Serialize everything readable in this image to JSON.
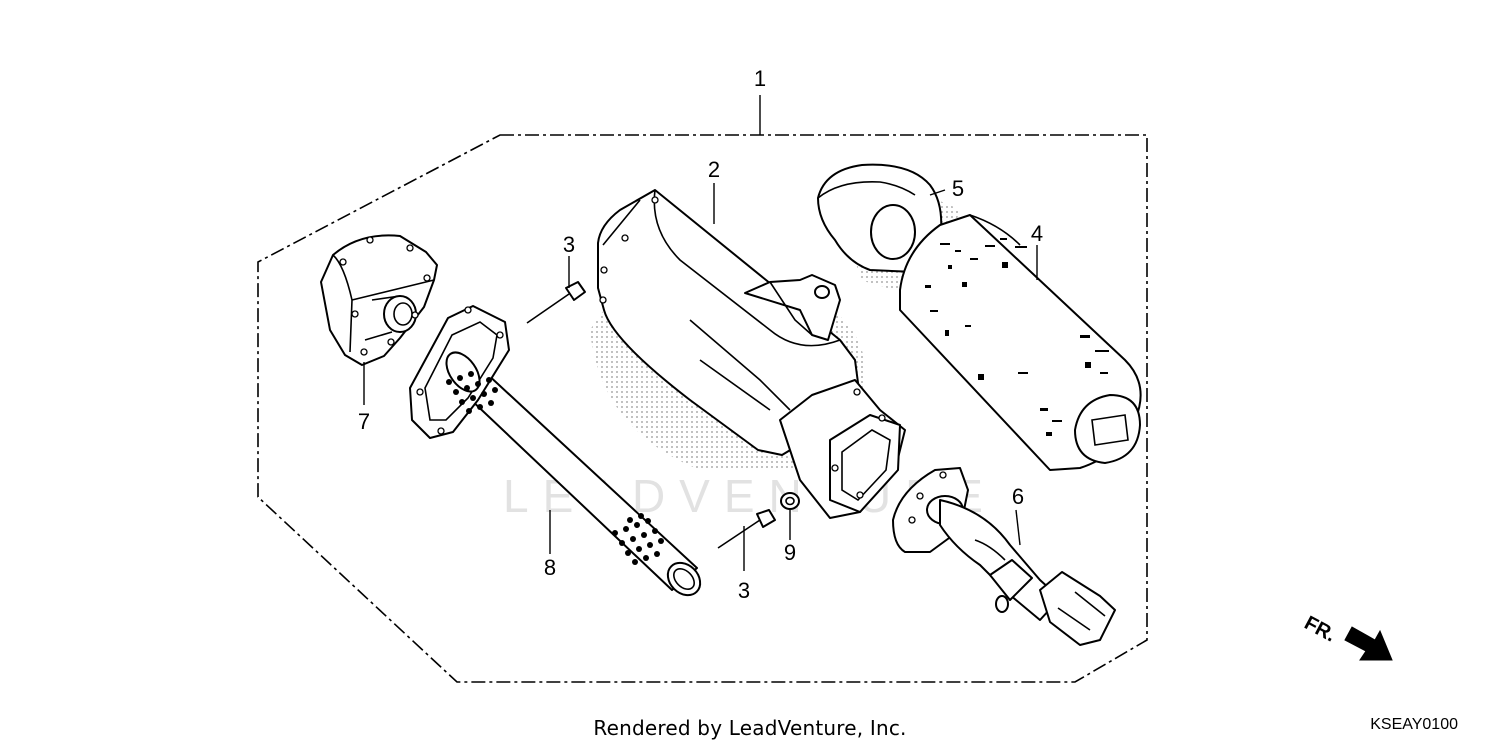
{
  "callouts": {
    "c1": "1",
    "c2": "2",
    "c3a": "3",
    "c3b": "3",
    "c4": "4",
    "c5": "5",
    "c6": "6",
    "c7": "7",
    "c8": "8",
    "c9": "9"
  },
  "direction_label": "FR.",
  "watermark_text": "LEADVENTURE",
  "footer": {
    "credit": "Rendered by LeadVenture, Inc.",
    "diagram_code": "KSEAY0100"
  },
  "colors": {
    "line": "#000000",
    "watermark": "#dcdcdc",
    "stipple": "#7a7a7a"
  }
}
